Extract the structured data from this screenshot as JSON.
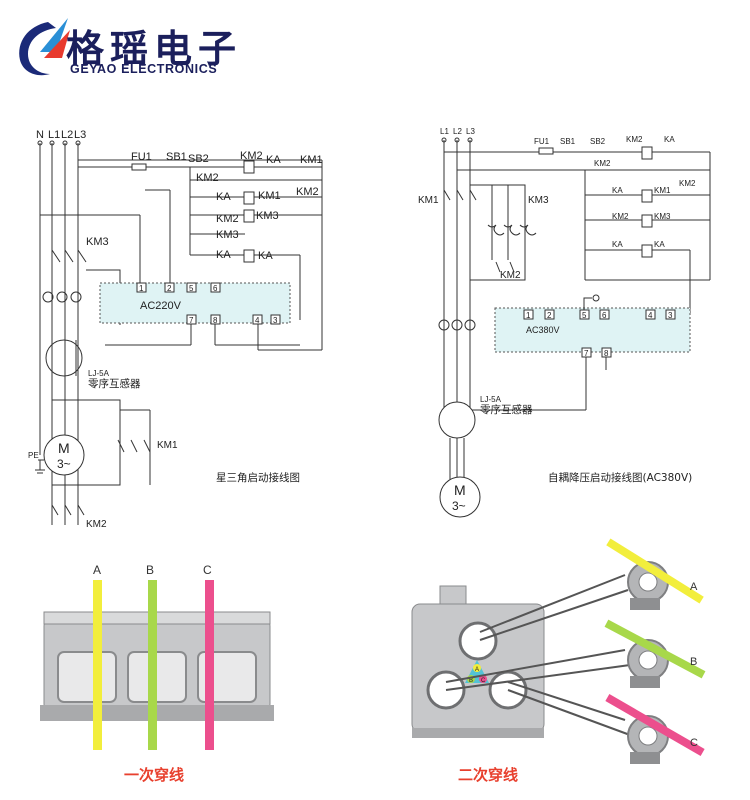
{
  "header": {
    "brand_cn": "格瑶电子",
    "brand_en": "GEYAO ELECTRONICS"
  },
  "left_diagram": {
    "caption": "星三角启动接线图",
    "phases": [
      "N",
      "L1",
      "L2",
      "L3"
    ],
    "labels": {
      "fu1": "FU1",
      "sb1": "SB1",
      "sb2": "SB2",
      "km1": "KM1",
      "km2": "KM2",
      "km3": "KM3",
      "ka": "KA",
      "voltage": "AC220V",
      "sensor_model": "LJ-5A",
      "sensor_desc": "零序互感器",
      "motor": "M",
      "motor_sub": "3~",
      "pe": "PE"
    },
    "terminals": [
      "1",
      "2",
      "5",
      "6",
      "7",
      "8",
      "4",
      "3"
    ]
  },
  "right_diagram": {
    "caption": "自耦降压启动接线图(AC380V)",
    "phases": [
      "L1",
      "L2",
      "L3"
    ],
    "labels": {
      "fu1": "FU1",
      "sb1": "SB1",
      "sb2": "SB2",
      "km1": "KM1",
      "km2": "KM2",
      "km3": "KM3",
      "ka": "KA",
      "voltage": "AC380V",
      "sensor_model": "LJ-5A",
      "sensor_desc": "零序互感器",
      "motor": "M",
      "motor_sub": "3~"
    },
    "terminals": [
      "1",
      "2",
      "5",
      "6",
      "4",
      "3",
      "7",
      "8"
    ]
  },
  "bottom_left": {
    "caption": "一次穿线",
    "wires": [
      {
        "label": "A",
        "color": "#f2ee3c"
      },
      {
        "label": "B",
        "color": "#a8d84a"
      },
      {
        "label": "C",
        "color": "#ec4f8d"
      }
    ]
  },
  "bottom_right": {
    "caption": "二次穿线",
    "wires": [
      {
        "label": "A",
        "color": "#f2ee3c"
      },
      {
        "label": "B",
        "color": "#a8d84a"
      },
      {
        "label": "C",
        "color": "#ec4f8d"
      }
    ],
    "badge": [
      "A",
      "B",
      "C"
    ]
  }
}
